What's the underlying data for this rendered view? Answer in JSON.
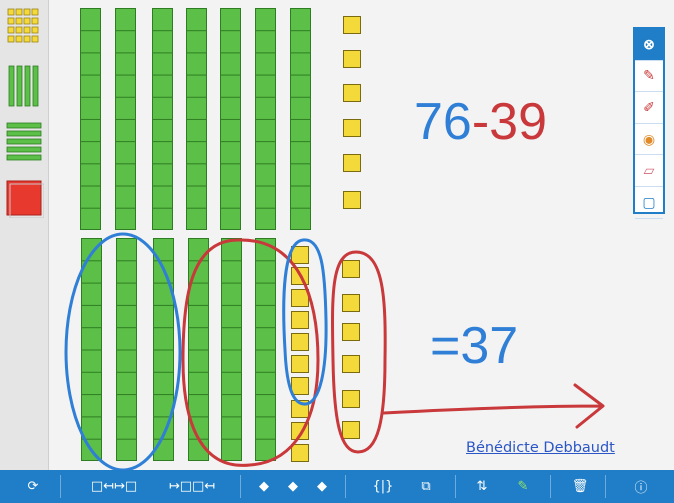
{
  "colors": {
    "tens_rod": "#5cbf47",
    "unit_cube": "#f3d93a",
    "hundred_flat": "#e8392f",
    "toolbar": "#1f7ec7",
    "marker_blue": "#2f7fd6",
    "marker_red": "#c9383a",
    "credit": "#2a56c6"
  },
  "palette": {
    "items": [
      {
        "name": "units-palette",
        "icon": "unit-cubes-icon"
      },
      {
        "name": "tens-palette",
        "icon": "vertical-rods-icon"
      },
      {
        "name": "tens-horizontal-palette",
        "icon": "horizontal-rods-icon"
      },
      {
        "name": "hundreds-palette",
        "icon": "hundred-flat-icon"
      }
    ]
  },
  "canvas": {
    "top_tens_count": 7,
    "top_units_count": 6,
    "bottom_tens_count": 6,
    "bottom_units_count": 16,
    "rod_cells": 10
  },
  "equation": {
    "minuend": "76",
    "dash": "-",
    "subtrahend": "39",
    "result": "=37"
  },
  "credit": "Bénédicte Debbaudt",
  "side_tools": [
    {
      "name": "close",
      "icon": "close-icon",
      "glyph": "⊗"
    },
    {
      "name": "pen-tool",
      "icon": "pen-icon",
      "glyph": "✎"
    },
    {
      "name": "marker-tool",
      "icon": "marker-icon",
      "glyph": "✐"
    },
    {
      "name": "color-picker",
      "icon": "color-wheel-icon",
      "glyph": "◉"
    },
    {
      "name": "eraser-tool",
      "icon": "eraser-icon",
      "glyph": "▱"
    },
    {
      "name": "notes-tool",
      "icon": "note-icon",
      "glyph": "▢"
    }
  ],
  "bottom_toolbar": [
    {
      "name": "reset",
      "icon": "refresh-icon",
      "glyph": "⟳"
    },
    {
      "name": "break-apart",
      "icon": "break-apart-icon",
      "glyph": "□↤↦□"
    },
    {
      "name": "group",
      "icon": "group-icon",
      "glyph": "↦□□↤"
    },
    {
      "name": "fill-1",
      "icon": "drop-icon",
      "glyph": "◆"
    },
    {
      "name": "fill-2",
      "icon": "drop-icon",
      "glyph": "◆"
    },
    {
      "name": "fill-3",
      "icon": "drop-icon",
      "glyph": "◆"
    },
    {
      "name": "flip",
      "icon": "flip-icon",
      "glyph": "{|}"
    },
    {
      "name": "duplicate",
      "icon": "duplicate-icon",
      "glyph": "⧉"
    },
    {
      "name": "arrange",
      "icon": "arrange-icon",
      "glyph": "⇅"
    },
    {
      "name": "highlighter",
      "icon": "highlighter-icon",
      "glyph": "✎"
    },
    {
      "name": "trash",
      "icon": "trash-icon",
      "glyph": "🗑"
    },
    {
      "name": "info",
      "icon": "info-icon",
      "glyph": "ⓘ"
    }
  ]
}
